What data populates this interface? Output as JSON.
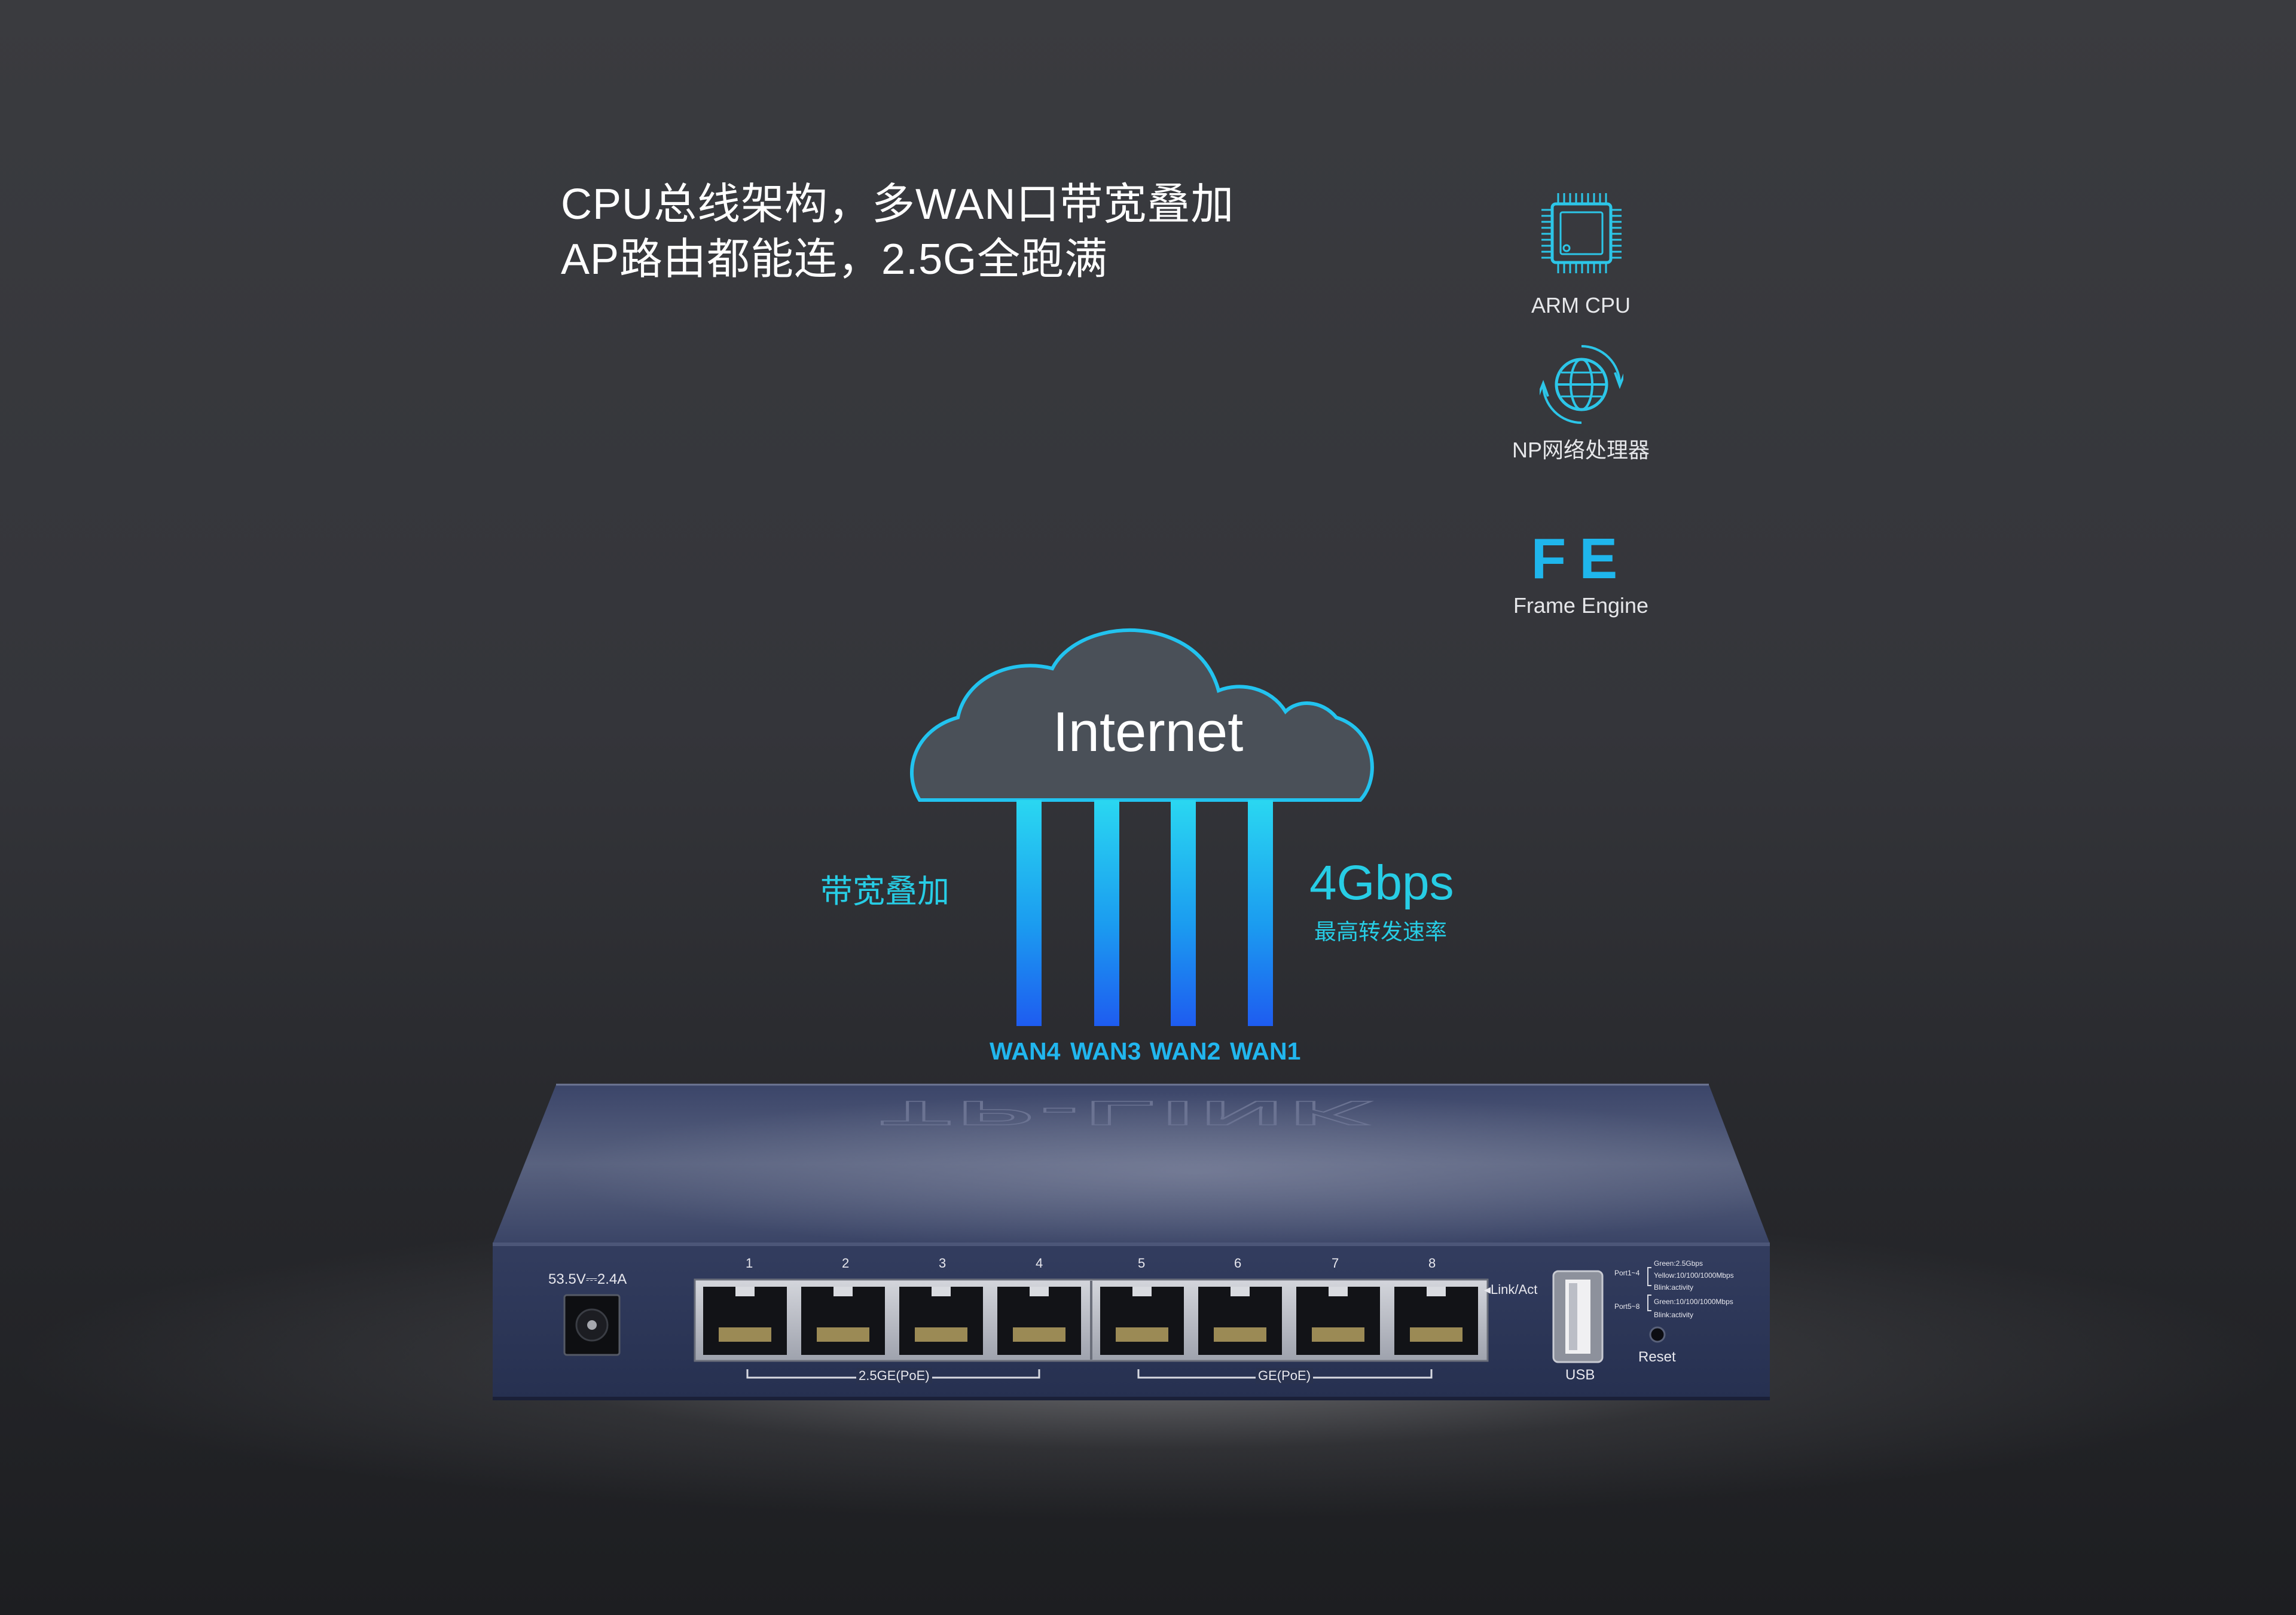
{
  "headline": {
    "line1": "CPU总线架构，多WAN口带宽叠加",
    "line2": "AP路由都能连，2.5G全跑满"
  },
  "features": [
    {
      "icon": "chip-icon",
      "label": "ARM  CPU"
    },
    {
      "icon": "globe-icon",
      "label": "NP网络处理器"
    },
    {
      "icon": "fe-badge",
      "title": "FE",
      "label": "Frame Engine"
    }
  ],
  "diagram": {
    "cloud_label": "Internet",
    "left_caption": "带宽叠加",
    "speed_value": "4Gbps",
    "speed_caption": "最高转发速率",
    "wan_labels": [
      "WAN4",
      "WAN3",
      "WAN2",
      "WAN1"
    ]
  },
  "router": {
    "brand_logo": "TP-LINK",
    "power_label": "53.5V⎓2.4A",
    "port_numbers": [
      "1",
      "2",
      "3",
      "4",
      "5",
      "6",
      "7",
      "8"
    ],
    "group_25ge": "2.5GE(PoE)",
    "group_ge": "GE(PoE)",
    "link_act": "◂Link/Act",
    "usb_label": "USB",
    "reset_label": "Reset",
    "legend": {
      "port1_4": "Port1~4",
      "port1_4_lines": [
        "Green:2.5Gbps",
        "Yellow:10/100/1000Mbps",
        "Blink:activity"
      ],
      "port5_8": "Port5~8",
      "port5_8_lines": [
        "Green:10/100/1000Mbps",
        "Blink:activity"
      ]
    }
  },
  "colors": {
    "accent_cyan": "#26cfe6",
    "wan_blue": "#21b6ee",
    "router_navy": "#2c3656"
  }
}
